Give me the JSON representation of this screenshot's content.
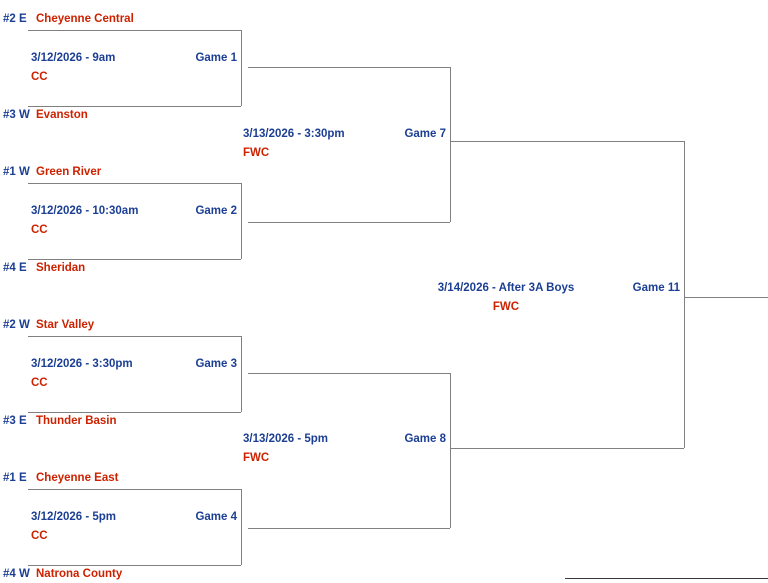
{
  "bracket": {
    "line_color": "#808080",
    "seed_color": "#1c3f94",
    "team_color": "#cc2200",
    "label_color": "#1c3f94",
    "venue_color": "#cc2200",
    "round1": [
      {
        "top_seed": "#2 E",
        "top_team": "Cheyenne Central",
        "bottom_seed": "#3 W",
        "bottom_team": "Evanston",
        "datetime": "3/12/2026 - 9am",
        "venue": "CC",
        "game": "Game 1"
      },
      {
        "top_seed": "#1 W",
        "top_team": "Green River",
        "bottom_seed": "#4 E",
        "bottom_team": "Sheridan",
        "datetime": "3/12/2026 - 10:30am",
        "venue": "CC",
        "game": "Game 2"
      },
      {
        "top_seed": "#2 W",
        "top_team": "Star Valley",
        "bottom_seed": "#3 E",
        "bottom_team": "Thunder Basin",
        "datetime": "3/12/2026 - 3:30pm",
        "venue": "CC",
        "game": "Game 3"
      },
      {
        "top_seed": "#1 E",
        "top_team": "Cheyenne East",
        "bottom_seed": "#4 W",
        "bottom_team": "Natrona County",
        "datetime": "3/12/2026 - 5pm",
        "venue": "CC",
        "game": "Game 4"
      }
    ],
    "round2": [
      {
        "datetime": "3/13/2026 - 3:30pm",
        "venue": "FWC",
        "game": "Game 7"
      },
      {
        "datetime": "3/13/2026 - 5pm",
        "venue": "FWC",
        "game": "Game 8"
      }
    ],
    "round3": [
      {
        "datetime": "3/14/2026 - After 3A Boys",
        "venue": "FWC",
        "game": "Game 11"
      }
    ]
  }
}
